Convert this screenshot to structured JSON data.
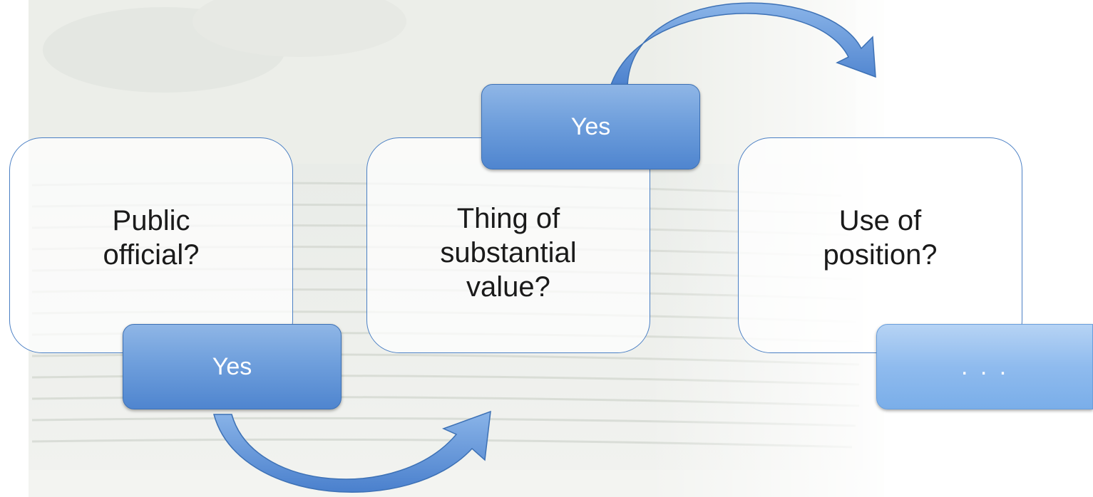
{
  "steps": [
    {
      "label": "Public\nofficial?",
      "tab": "Yes"
    },
    {
      "label": "Thing of\nsubstantial\nvalue?",
      "tab": "Yes"
    },
    {
      "label": "Use of\nposition?",
      "tab": ". . ."
    }
  ],
  "colors": {
    "card_border": "#4a7fc4",
    "tab_fill": "#5b8fd4",
    "arrow_fill": "#5a90d8"
  }
}
